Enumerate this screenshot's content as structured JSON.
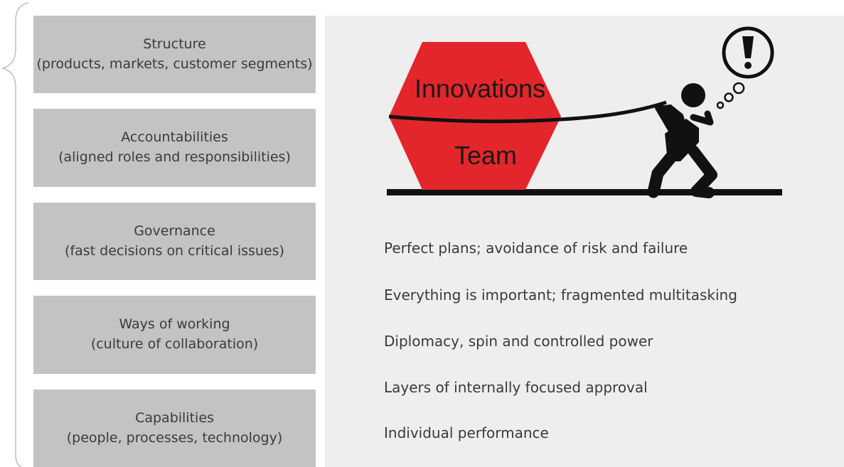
{
  "pillars": [
    {
      "title": "Structure",
      "subtitle": "(products, markets, customer segments)"
    },
    {
      "title": "Accountabilities",
      "subtitle": "(aligned roles and responsibilities)"
    },
    {
      "title": "Governance",
      "subtitle": "(fast decisions on critical issues)"
    },
    {
      "title": "Ways of working",
      "subtitle": "(culture of collaboration)"
    },
    {
      "title": "Capabilities",
      "subtitle": "(people, processes, technology)"
    }
  ],
  "illustration": {
    "hexagon_top_label": "Innovations",
    "hexagon_bottom_label": "Team",
    "hexagon_color": "#e3262b",
    "figure_color": "#111111",
    "thought_icon": "exclamation-icon"
  },
  "statements": [
    "Perfect plans; avoidance of risk and failure",
    "Everything is important; fragmented multitasking",
    "Diplomacy, spin and controlled power",
    "Layers of internally focused approval",
    "Individual performance"
  ]
}
